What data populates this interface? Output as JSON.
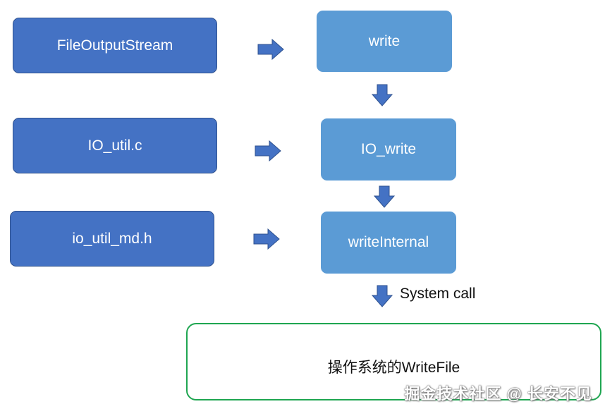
{
  "left_boxes": {
    "file_output_stream": "FileOutputStream",
    "io_util_c": "IO_util.c",
    "io_util_md_h": "io_util_md.h"
  },
  "right_boxes": {
    "write": "write",
    "io_write": "IO_write",
    "write_internal": "writeInternal"
  },
  "system_call_label": "System call",
  "os_box_label": "操作系统的WriteFile",
  "watermark": "掘金技术社区 @ 长安不见",
  "colors": {
    "left_box_fill": "#4472c4",
    "right_box_fill": "#5b9bd5",
    "arrow_fill": "#4472c4",
    "arrow_stroke": "#2f528f",
    "os_box_border": "#1fa651"
  }
}
